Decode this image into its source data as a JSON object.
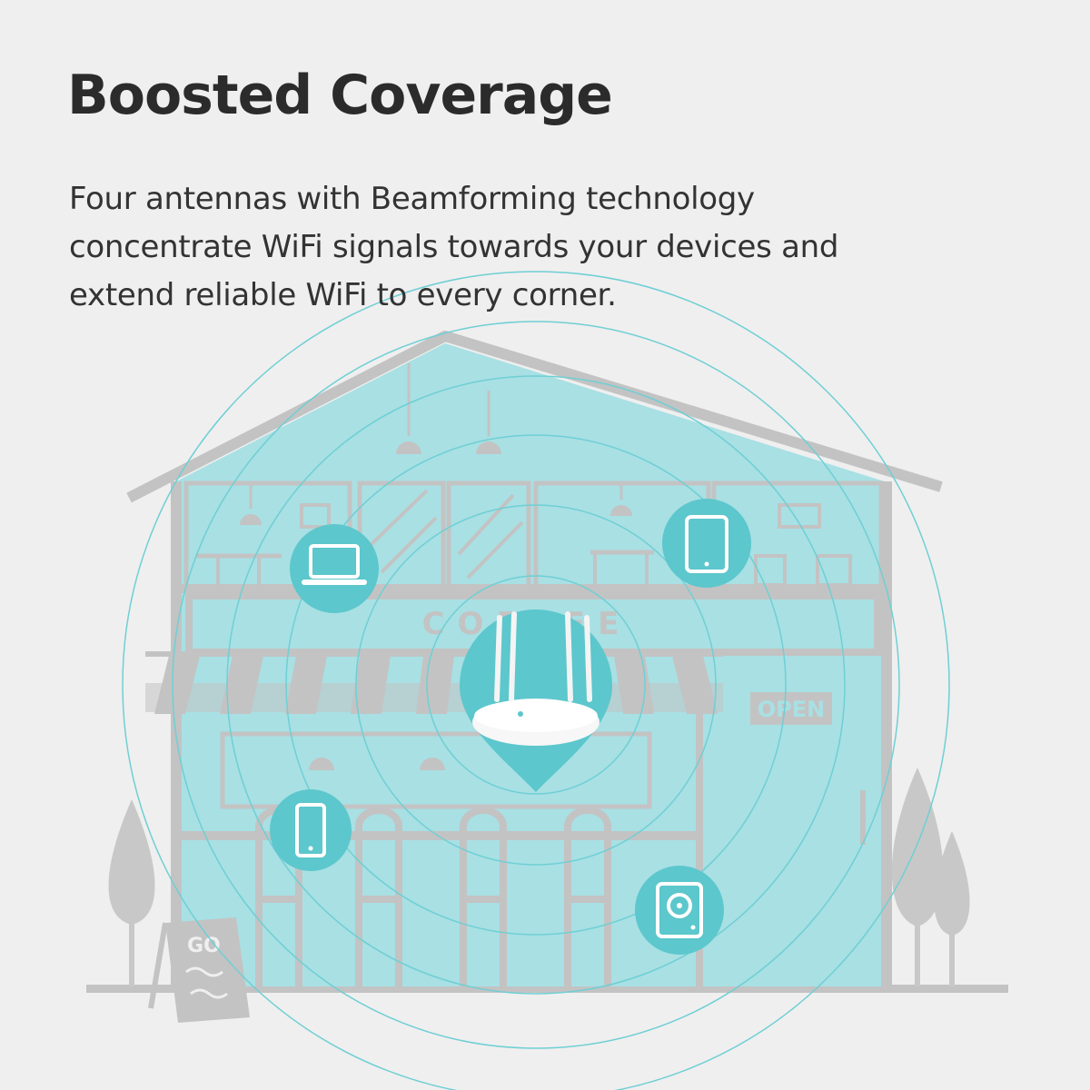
{
  "title": "Boosted Coverage",
  "description_lines": [
    "Four antennas with Beamforming technology",
    "concentrate WiFi signals towards your devices and",
    "extend reliable WiFi to every corner."
  ],
  "scene": {
    "sign_text": "COFFEE",
    "open_sign_text": "OPEN",
    "chalkboard_text": "GO",
    "device_icons": [
      "laptop-icon",
      "tablet-icon",
      "phone-icon",
      "speaker-icon"
    ],
    "router_icon": "router-icon"
  },
  "colors": {
    "background": "#efefef",
    "house_fill": "#a8e0e4",
    "outline": "#c3c3c3",
    "accent": "#5cc7cc",
    "signal_ring": "#6fcfd4",
    "text": "#2b2b2b"
  }
}
